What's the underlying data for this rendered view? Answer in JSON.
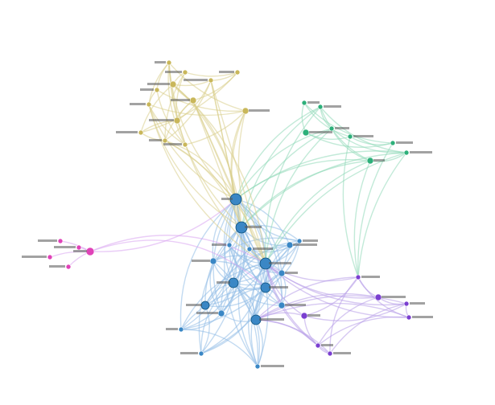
{
  "graph": {
    "clusters": [
      {
        "id": "blue",
        "color": "#3a87c5",
        "edge_color": "#8fbce6"
      },
      {
        "id": "yellow",
        "color": "#c9b75a",
        "edge_color": "#d8cd8a"
      },
      {
        "id": "green",
        "color": "#2db07a",
        "edge_color": "#8fd8b8"
      },
      {
        "id": "pink",
        "color": "#e042b8",
        "edge_color": "#d9a4f0"
      },
      {
        "id": "purple",
        "color": "#7a3fd0",
        "edge_color": "#b79ce8"
      }
    ],
    "node_count_visible": 60,
    "labels_legible": false
  }
}
